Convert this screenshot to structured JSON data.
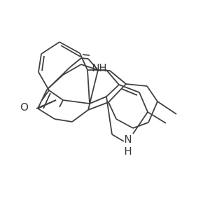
{
  "molecule": {
    "atoms": {
      "oxygen": "O",
      "indole_nh": "H",
      "indole_n": "N",
      "amine_n": "N",
      "amine_nh": "H"
    },
    "colors": {
      "bond": "#404040",
      "label": "#3a3a3a",
      "background": "#ffffff"
    }
  }
}
